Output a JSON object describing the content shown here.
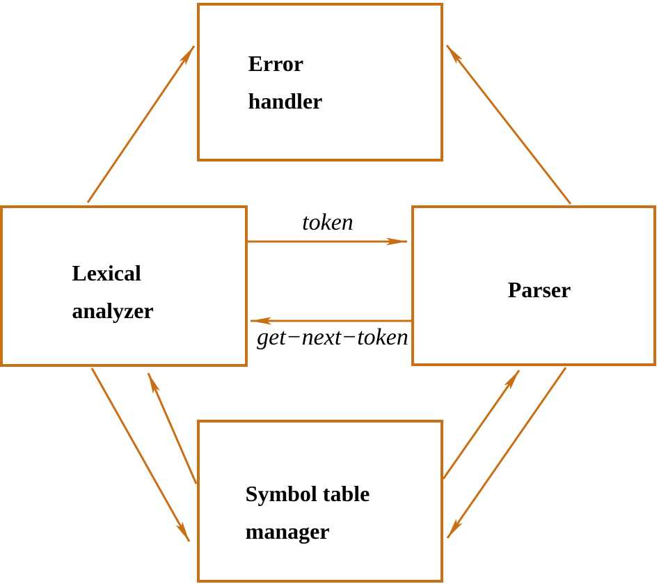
{
  "diagram": {
    "colors": {
      "line": "#C86F15",
      "text": "#000000",
      "background": "#FFFFFF"
    },
    "nodes": [
      {
        "id": "error-handler",
        "label_lines": [
          "Error",
          "handler"
        ]
      },
      {
        "id": "lexical-analyzer",
        "label_lines": [
          "Lexical",
          "analyzer"
        ]
      },
      {
        "id": "parser",
        "label_lines": [
          "Parser"
        ]
      },
      {
        "id": "symbol-table-manager",
        "label_lines": [
          "Symbol table",
          "manager"
        ]
      }
    ],
    "edges": [
      {
        "from": "lexical-analyzer",
        "to": "parser",
        "label": "token"
      },
      {
        "from": "parser",
        "to": "lexical-analyzer",
        "label": "get−next−token"
      },
      {
        "from": "lexical-analyzer",
        "to": "error-handler",
        "label": ""
      },
      {
        "from": "parser",
        "to": "error-handler",
        "label": ""
      },
      {
        "from": "lexical-analyzer",
        "to": "symbol-table-manager",
        "label": ""
      },
      {
        "from": "symbol-table-manager",
        "to": "lexical-analyzer",
        "label": ""
      },
      {
        "from": "symbol-table-manager",
        "to": "parser",
        "label": ""
      },
      {
        "from": "parser",
        "to": "symbol-table-manager",
        "label": ""
      }
    ]
  }
}
